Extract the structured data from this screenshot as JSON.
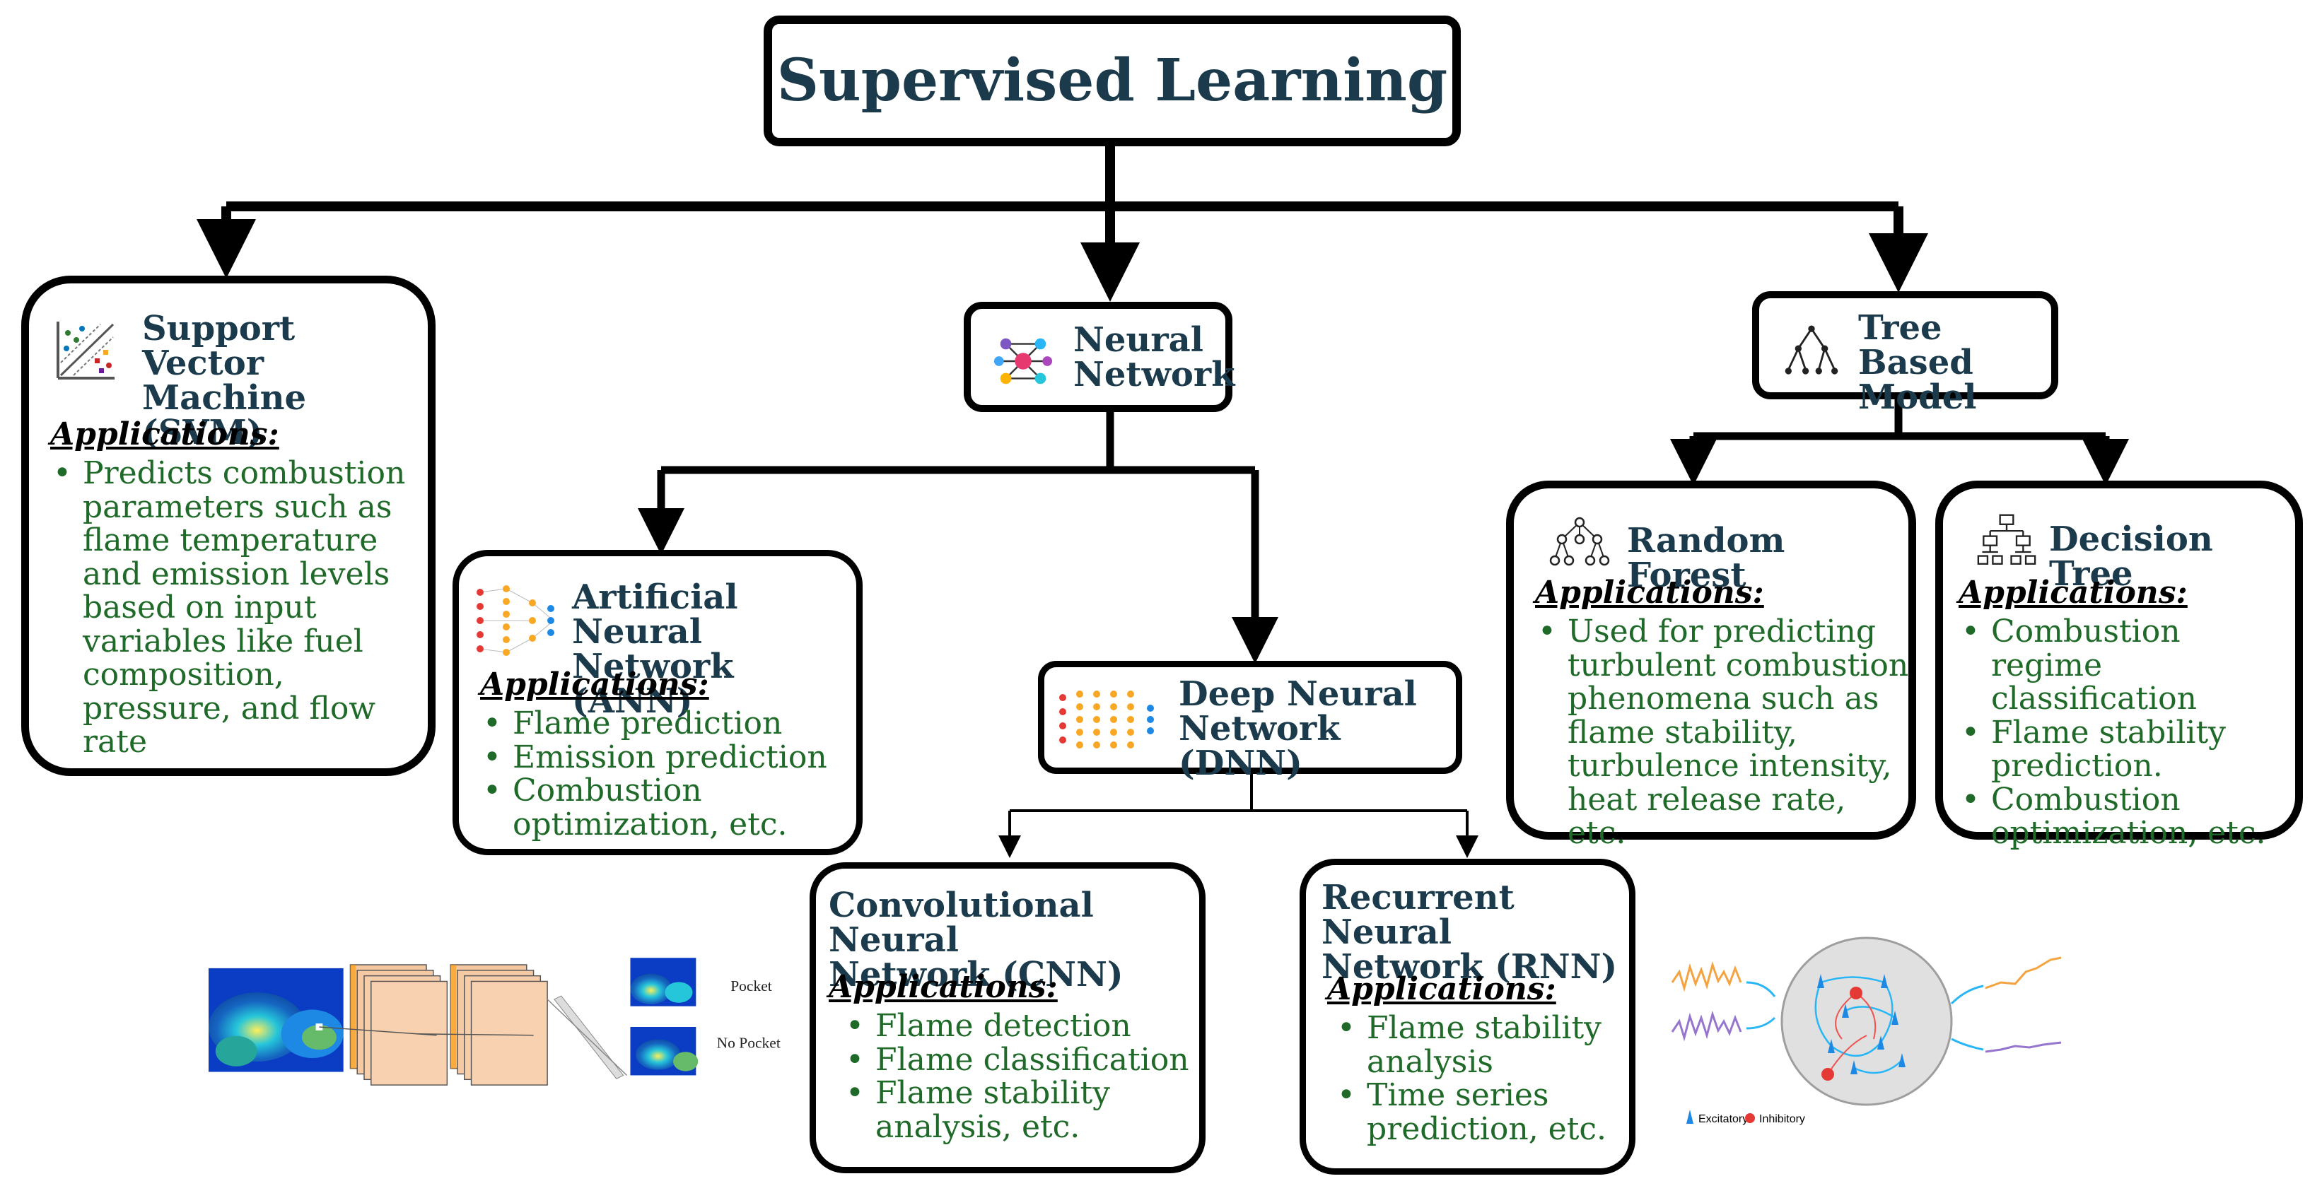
{
  "root": {
    "title": "Supervised Learning"
  },
  "svm": {
    "title_line1": "Support Vector",
    "title_line2": "Machine (SVM)",
    "apps_label": "Applications:",
    "apps": [
      "Predicts combustion parameters such as flame temperature and emission levels based on input variables like fuel composition, pressure, and flow rate"
    ]
  },
  "nn": {
    "title_line1": "Neural",
    "title_line2": "Network"
  },
  "tree": {
    "title_line1": "Tree Based",
    "title_line2": "Model"
  },
  "ann": {
    "title_line1": "Artificial Neural",
    "title_line2": "Network (ANN)",
    "apps_label": "Applications:",
    "apps": [
      "Flame prediction",
      "Emission prediction",
      "Combustion optimization, etc."
    ]
  },
  "dnn": {
    "title_line1": "Deep Neural",
    "title_line2": "Network (DNN)"
  },
  "rf": {
    "title": "Random Forest",
    "apps_label": "Applications:",
    "apps": [
      "Used for predicting turbulent combustion phenomena such as flame stability, turbulence intensity, heat release rate, etc."
    ]
  },
  "dt": {
    "title": "Decision Tree",
    "apps_label": "Applications:",
    "apps": [
      "Combustion regime classification",
      "Flame stability prediction.",
      "Combustion optimization, etc."
    ]
  },
  "cnn": {
    "title_line1": "Convolutional Neural",
    "title_line2": "Network (CNN)",
    "apps_label": "Applications:",
    "apps": [
      "Flame detection",
      "Flame classification",
      "Flame stability analysis, etc."
    ]
  },
  "rnn": {
    "title_line1": "Recurrent Neural",
    "title_line2": "Network (RNN)",
    "apps_label": "Applications:",
    "apps": [
      "Flame stability analysis",
      "Time series prediction, etc."
    ]
  },
  "cnn_illustration": {
    "label_pocket": "Pocket",
    "label_no_pocket": "No Pocket"
  },
  "rnn_illustration": {
    "legend_excitatory": "Excitatory",
    "legend_inhibitory": "Inhibitory"
  },
  "colors": {
    "title_text": "#1b3a4b",
    "bullet_text": "#1f6a28",
    "border": "#000000"
  }
}
